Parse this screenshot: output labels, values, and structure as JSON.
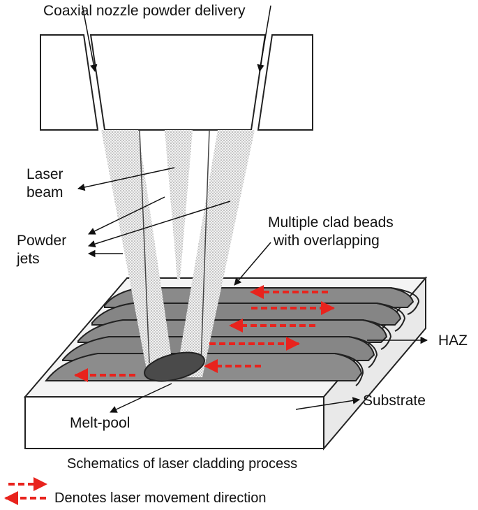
{
  "labels": {
    "nozzle": "Coaxial nozzle powder delivery",
    "laser_line1": "Laser",
    "laser_line2": "beam",
    "powder_line1": "Powder",
    "powder_line2": "jets",
    "beads_line1": "Multiple clad beads",
    "beads_line2": "with overlapping",
    "haz": "HAZ",
    "substrate": "Substrate",
    "melt_pool": "Melt-pool"
  },
  "caption": "Schematics of laser cladding process",
  "legend": {
    "text": "Denotes laser movement direction"
  },
  "colors": {
    "movement_arrow": "#e8231d",
    "bead_fill": "#8a8a8a",
    "melt_pool_fill": "#4a4a4a",
    "outline": "#222222"
  }
}
